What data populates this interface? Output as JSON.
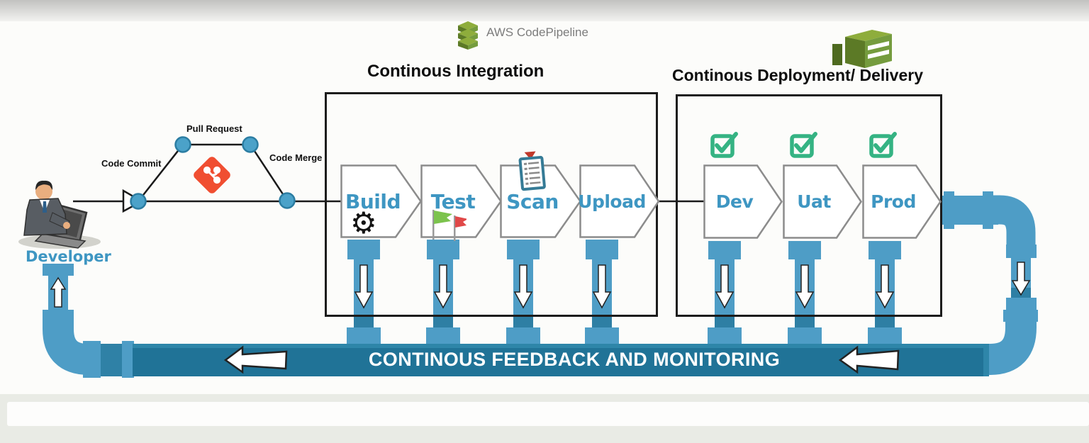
{
  "header": {
    "codepipeline_label": "AWS CodePipeline"
  },
  "sections": {
    "ci": {
      "title": "Continous Integration",
      "stages": [
        {
          "label": "Build",
          "icon": "gear-icon"
        },
        {
          "label": "Test",
          "icon": "flags-icon"
        },
        {
          "label": "Scan",
          "icon": "clipboard-icon"
        },
        {
          "label": "Upload",
          "icon": ""
        }
      ]
    },
    "cd": {
      "title": "Continous Deployment/ Delivery",
      "stages": [
        {
          "label": "Dev",
          "icon": "checkbox-icon"
        },
        {
          "label": "Uat",
          "icon": "checkbox-icon"
        },
        {
          "label": "Prod",
          "icon": "checkbox-icon"
        }
      ]
    }
  },
  "source_flow": {
    "developer_label": "Developer",
    "code_commit_label": "Code Commit",
    "pull_request_label": "Pull Request",
    "code_merge_label": "Code Merge"
  },
  "feedback": {
    "label": "CONTINOUS FEEDBACK AND MONITORING"
  },
  "colors": {
    "pipe_light": "#4e9dc6",
    "pipe_dark_band": "#2e7fa4",
    "feedback_pipe": "#207397",
    "stage_label_teal": "#3e96c2",
    "git_orange": "#f04e31",
    "check_green": "#35b383",
    "aws_olive": "#759c3e",
    "node_blue": "#4ba2c9"
  }
}
